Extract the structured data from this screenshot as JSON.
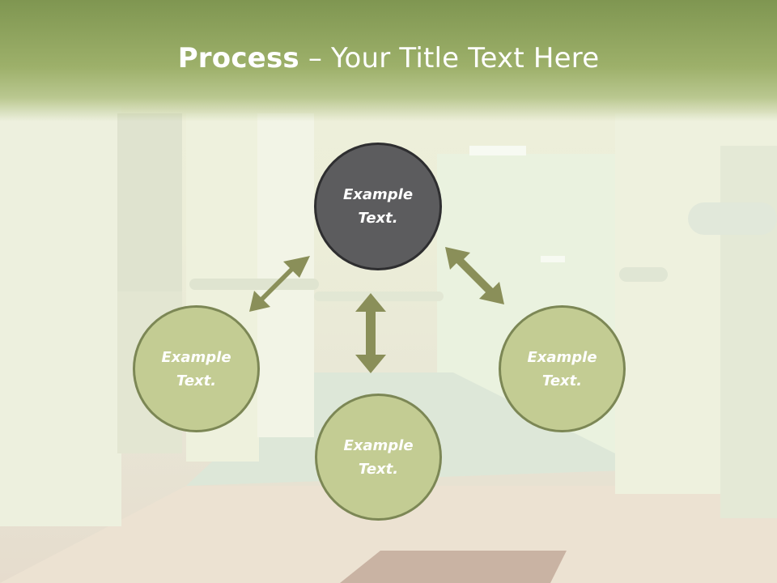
{
  "title": {
    "bold": "Process",
    "rest": " – Your Title Text Here"
  },
  "nodes": [
    {
      "id": "top",
      "label": "Example\nText.",
      "style": "dark"
    },
    {
      "id": "left",
      "label": "Example\nText.",
      "style": "light"
    },
    {
      "id": "bottom",
      "label": "Example\nText.",
      "style": "light"
    },
    {
      "id": "right",
      "label": "Example\nText.",
      "style": "light"
    }
  ],
  "colors": {
    "header": "#9db06a",
    "node_dark": "#5c5c5e",
    "node_light": "#c3cc93",
    "arrow": "#8a8f59"
  }
}
